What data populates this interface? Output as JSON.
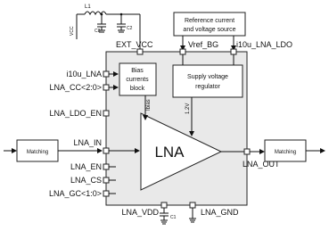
{
  "supply": {
    "vcc": "VCC",
    "l1": "L1",
    "c3": "C3",
    "c2": "C2",
    "c1": "C1"
  },
  "ref_source": {
    "line1": "Reference current",
    "line2": "and voltage source"
  },
  "top_pins": {
    "ext_vcc": "EXT_VCC",
    "vref_bg": "Vref_BG",
    "i10u_lna_ldo": "i10u_LNA_LDO"
  },
  "left_pins": {
    "i10u_lna": "i10u_LNA",
    "lna_cc": "LNA_CC<2:0>",
    "lna_ldo_en": "LNA_LDO_EN",
    "lna_in": "LNA_IN",
    "lna_en": "LNA_EN",
    "lna_cs": "LNA_CS",
    "lna_gc": "LNA_GC<1:0>"
  },
  "bottom_pins": {
    "lna_vdd": "LNA_VDD",
    "lna_gnd": "LNA_GND"
  },
  "right_pins": {
    "lna_out": "LNA_OUT"
  },
  "blocks": {
    "bias_line1": "Bias",
    "bias_line2": "currents",
    "bias_line3": "block",
    "regulator_line1": "Supply voltage",
    "regulator_line2": "regulator",
    "lna": "LNA",
    "matching_in": "Matching",
    "matching_out": "Matching"
  },
  "signals": {
    "ibias": "Ibias",
    "v12": "1.2V"
  }
}
